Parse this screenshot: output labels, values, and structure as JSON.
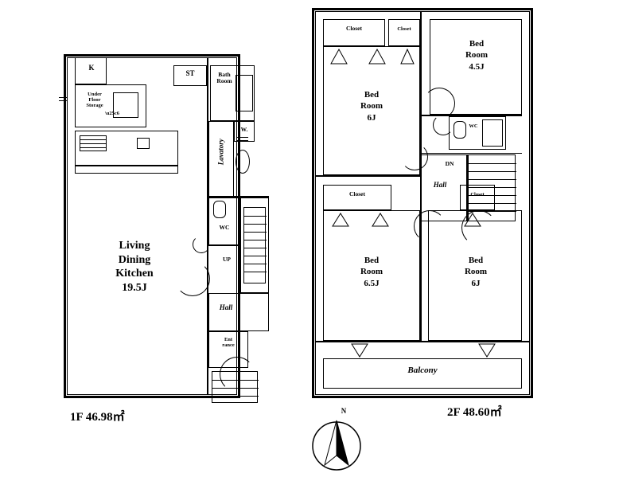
{
  "title": "Floor plan",
  "floors": [
    {
      "id": "1f",
      "area_label": "1F 46.98㎡",
      "rooms": [
        {
          "name": "K",
          "label": "K"
        },
        {
          "name": "under-floor-storage",
          "label": "Under\nFloor\nStorage"
        },
        {
          "name": "storage",
          "label": "ST"
        },
        {
          "name": "bath-room",
          "label": "Bath\nRoom"
        },
        {
          "name": "washroom",
          "label": "W."
        },
        {
          "name": "lavatory",
          "label": "Lavatory"
        },
        {
          "name": "wc",
          "label": "WC"
        },
        {
          "name": "living-dining-kitchen",
          "label": "Living\nDining\nKitchen\n19.5J"
        },
        {
          "name": "up-stairs",
          "label": "UP"
        },
        {
          "name": "hall",
          "label": "Hall"
        },
        {
          "name": "entrance",
          "label": "Ent\nrance"
        }
      ]
    },
    {
      "id": "2f",
      "area_label": "2F 48.60㎡",
      "rooms": [
        {
          "name": "closet-top-left",
          "label": "Closet"
        },
        {
          "name": "closet-top-mid",
          "label": "Closet"
        },
        {
          "name": "bed-room-4-5j",
          "label": "Bed\nRoom\n4.5J"
        },
        {
          "name": "bed-room-6j-upper",
          "label": "Bed\nRoom\n6J"
        },
        {
          "name": "wc-2f",
          "label": "WC"
        },
        {
          "name": "down-stairs",
          "label": "DN"
        },
        {
          "name": "hall-2f",
          "label": "Hall"
        },
        {
          "name": "closet-mid-left",
          "label": "Closet"
        },
        {
          "name": "closet-mid-right",
          "label": "Closet"
        },
        {
          "name": "bed-room-6-5j",
          "label": "Bed\nRoom\n6.5J"
        },
        {
          "name": "bed-room-6j-lower",
          "label": "Bed\nRoom\n6J"
        },
        {
          "name": "balcony",
          "label": "Balcony"
        }
      ]
    }
  ],
  "compass": {
    "label": "N"
  }
}
